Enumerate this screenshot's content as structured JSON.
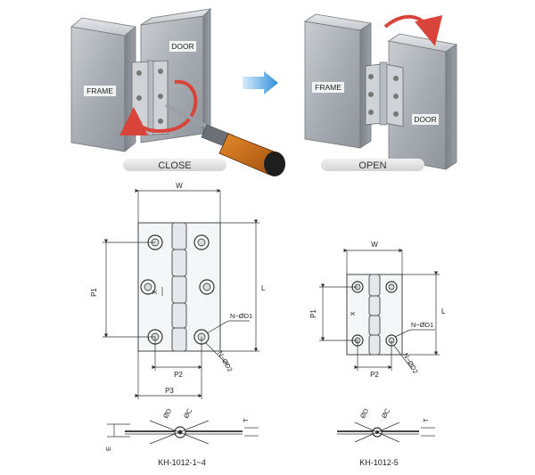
{
  "top": {
    "left": {
      "frame_label": "FRAME",
      "door_label": "DOOR",
      "caption": "CLOSE"
    },
    "right": {
      "frame_label": "FRAME",
      "door_label": "DOOR",
      "caption": "OPEN"
    }
  },
  "drawing_large": {
    "w": "W",
    "l": "L",
    "p1": "P1",
    "p2": "P2",
    "p3": "P3",
    "x": "X",
    "n_d1": "N−ØD1",
    "n_d2": "N−ØD2",
    "od": "ØD",
    "oc": "ØC",
    "t": "T",
    "e": "E",
    "model": "KH-1012-1~4"
  },
  "drawing_small": {
    "w": "W",
    "l": "L",
    "p1": "P1",
    "p2": "P2",
    "x": "X",
    "n_d1": "N−ØD1",
    "n_d2": "N−ØD2",
    "od": "ØD",
    "oc": "ØC",
    "t": "T",
    "model": "KH-1012-5"
  }
}
